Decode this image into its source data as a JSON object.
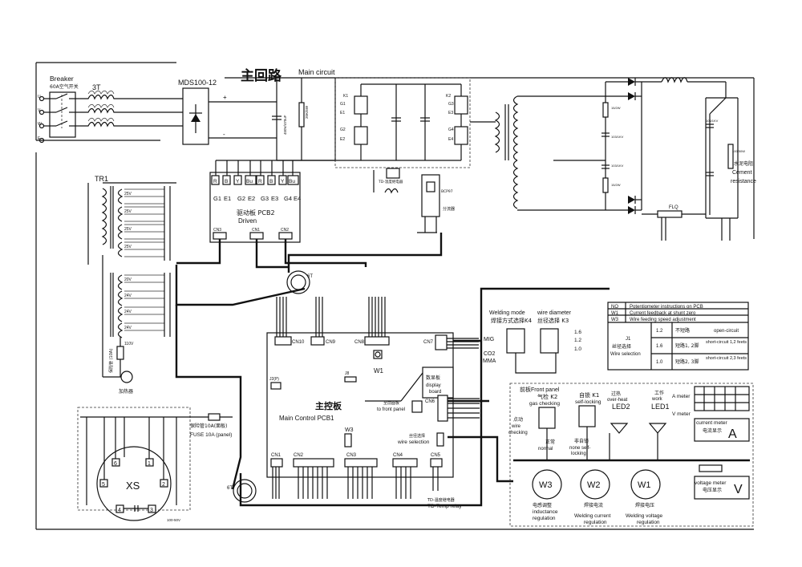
{
  "main_circuit": {
    "cn": "主回路",
    "en": "Main circuit"
  },
  "breaker": {
    "en": "Breaker",
    "cn": "60A空气开关"
  },
  "transformer_3t": "3T",
  "rectifier": {
    "label": "MDS100-12"
  },
  "input_terms": [
    "U",
    "V",
    "W",
    "E"
  ],
  "tr1": {
    "label": "TR1"
  },
  "tr1_taps": [
    "25V",
    "25V",
    "25V",
    "25V",
    "20V",
    "24V",
    "24V",
    "24V",
    "110V"
  ],
  "heater": {
    "label": "加热器",
    "fuse": "保险管 (10A)"
  },
  "driver_board": {
    "cn": "驱动板 PCB2",
    "en": "Driven",
    "pins_top": [
      "R",
      "B",
      "Y",
      "Bu",
      "R",
      "B",
      "Y",
      "Bu"
    ],
    "pins_g": [
      "G1",
      "E1",
      "G2",
      "E2",
      "G3",
      "E3",
      "G4",
      "E4"
    ],
    "connectors": [
      "CN3",
      "CN1",
      "CN2"
    ]
  },
  "main_board": {
    "cn": "主控板",
    "en": "Main Control PCB1",
    "connectors_top": [
      "CN10",
      "CN9",
      "CN8",
      "CN7"
    ],
    "connectors_bottom": [
      "CN1",
      "CN2",
      "CN3",
      "CN4",
      "CN5"
    ],
    "cn6": "CN6",
    "w1": "W1",
    "w3": "W3",
    "display": {
      "cn": "数显板",
      "en1": "display",
      "en2": "board"
    },
    "to_front_panel": {
      "cn": "至前面板",
      "en": "to front panel"
    },
    "wire_selection": {
      "cn": "丝径选择",
      "en": "wire selection"
    },
    "temp_relay": {
      "cn": "TD-温度继电器",
      "en": "TD-Temp relay"
    },
    "j8": "J8",
    "j2": "J2(P)"
  },
  "sensors": {
    "hall": "6T",
    "hall2": "6T",
    "td": "TD-温度继电器",
    "shunt": "分流器",
    "flq": "FLQ"
  },
  "igbt": {
    "labels": [
      "K1",
      "G1",
      "E1",
      "G2",
      "E2",
      "K2",
      "G3",
      "E3",
      "G4",
      "E4"
    ]
  },
  "output": {
    "cement_cn": "水泥电阻",
    "cement_en1": "Cement",
    "cement_en2": "resistance"
  },
  "welding_mode": {
    "cn": "焊接方式选择K4",
    "en": "Welding mode",
    "opts": [
      "MIG",
      "CO2",
      "MMA"
    ]
  },
  "wire_diameter": {
    "en": "wire diameter",
    "cn": "丝径选择 K3",
    "opts": [
      "1.6",
      "1.2",
      "1.0"
    ]
  },
  "pot_table": {
    "headers": [
      "NO",
      "Potentiometer instructions on PCB"
    ],
    "rows": [
      [
        "W1",
        "Current feedback at shunt  zero"
      ],
      [
        "W3",
        "Wire feeding speed adjustment"
      ]
    ],
    "j1": {
      "label": "J1",
      "cn": "丝径选择",
      "en": "Wire selection"
    },
    "sub": [
      [
        "1.2",
        "不短路",
        "open-circuit"
      ],
      [
        "1.6",
        "短路1, 2脚",
        "short-circuit 1,2 feets"
      ],
      [
        "1.0",
        "短路2, 3脚",
        "short-circuit 2,3 feets"
      ]
    ]
  },
  "front_panel": {
    "title": {
      "cn": "前板",
      "en": "Front panel"
    },
    "k2": {
      "cn": "气检 K2",
      "en": "gas checking"
    },
    "k1": {
      "cn": "自锁 K1",
      "en": "self-locking"
    },
    "led2": {
      "cn": "过热",
      "en": "over-heat",
      "tag": "LED2"
    },
    "led1": {
      "cn": "工作",
      "en": "work",
      "tag": "LED1"
    },
    "wire_check": {
      "cn": "点动",
      "en1": "wire",
      "en2": "checking"
    },
    "normal": {
      "cn": "正常",
      "en": "normal"
    },
    "none_self": {
      "cn": "非自锁",
      "en1": "none self-",
      "en2": "locking"
    },
    "a_meter": "A meter",
    "v_meter": "V meter",
    "current_meter": {
      "en": "current meter",
      "cn": "电流显示",
      "sym": "A"
    },
    "voltage_meter": {
      "en": "voltage meter",
      "cn": "电压显示",
      "sym": "V"
    },
    "pots": [
      {
        "sym": "W3",
        "cn": "电感调整",
        "en1": "inductance",
        "en2": "regulation"
      },
      {
        "sym": "W2",
        "cn": "焊接电流",
        "en1": "Welding current",
        "en2": "regulation"
      },
      {
        "sym": "W1",
        "cn": "焊接电压",
        "en1": "Welding voltage",
        "en2": "regulation"
      }
    ]
  },
  "xs": {
    "label": "XS",
    "fuse_cn": "保险管10A(面板)",
    "fuse_en": "FUSE 10A (panel)",
    "pins": [
      "6",
      "5",
      "1",
      "2",
      "4",
      "3"
    ],
    "cap": "100-50V"
  }
}
